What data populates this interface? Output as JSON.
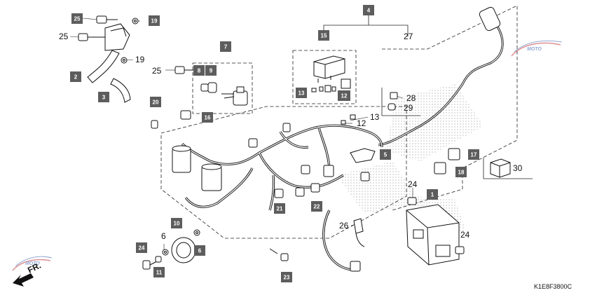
{
  "diagram_code": "K1E8F3800C",
  "direction_label": "FR.",
  "watermark": "MOTO",
  "colors": {
    "box_fill": "#5d5d5d",
    "line": "#222222",
    "dots": "#9a9a9a",
    "watermark_blue": "#3a62b0",
    "watermark_red": "#c0393b"
  },
  "callouts": {
    "c1": "1",
    "c2": "2",
    "c3": "3",
    "c4": "4",
    "c5": "5",
    "c6a": "6",
    "c6b": "6",
    "c7": "7",
    "c8": "8",
    "c9": "9",
    "c10": "10",
    "c11": "11",
    "c12a": "12",
    "c12b": "12",
    "c13a": "13",
    "c13b": "13",
    "c15": "15",
    "c16": "16",
    "c17": "17",
    "c18": "18",
    "c19a": "19",
    "c19b": "19",
    "c20": "20",
    "c21": "21",
    "c22": "22",
    "c23": "23",
    "c24a": "24",
    "c24b": "24",
    "c24c": "24",
    "c25a": "25",
    "c25b": "25",
    "c25c": "25",
    "c26": "26",
    "c27": "27",
    "c28": "28",
    "c29": "29",
    "c30": "30"
  }
}
